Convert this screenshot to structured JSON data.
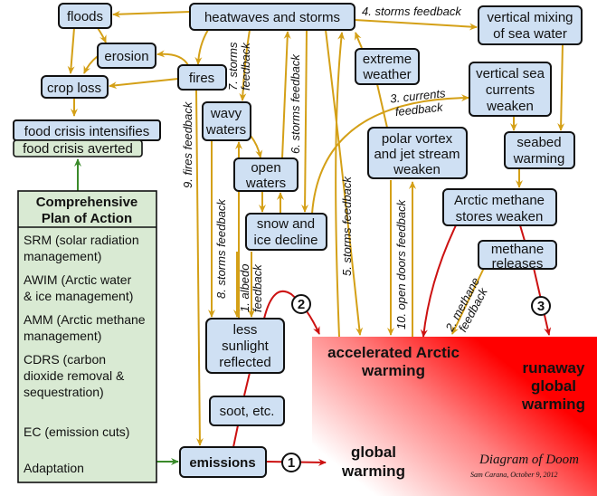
{
  "title": "Diagram of Doom",
  "author": "Sam Carana, October 9, 2012",
  "nodes": {
    "floods": [
      "floods"
    ],
    "heatwaves": [
      "heatwaves and storms"
    ],
    "mixing": [
      "vertical mixing",
      "of sea water"
    ],
    "erosion": [
      "erosion"
    ],
    "fires": [
      "fires"
    ],
    "crop_loss": [
      "crop loss"
    ],
    "extreme": [
      "extreme",
      "weather"
    ],
    "currents": [
      "vertical sea",
      "currents",
      "weaken"
    ],
    "food_intensifies": [
      "food crisis intensifies"
    ],
    "food_averted": [
      "food crisis averted"
    ],
    "wavy": [
      "wavy",
      "waters"
    ],
    "polar": [
      "polar vortex",
      "and jet stream",
      "weaken"
    ],
    "seabed": [
      "seabed",
      "warming"
    ],
    "open": [
      "open",
      "waters"
    ],
    "methane_stores": [
      "Arctic methane",
      "stores weaken"
    ],
    "snow": [
      "snow and",
      "ice decline"
    ],
    "methane_rel": [
      "methane",
      "releases"
    ],
    "sunlight": [
      "less",
      "sunlight",
      "reflected"
    ],
    "soot": [
      "soot, etc."
    ],
    "emissions": [
      "emissions"
    ]
  },
  "plan": {
    "title": [
      "Comprehensive",
      "Plan of Action"
    ],
    "items": [
      [
        "SRM (solar radiation",
        "management)"
      ],
      [
        "AWIM (Arctic water",
        "& ice management)"
      ],
      [
        "AMM (Arctic methane",
        "management)"
      ],
      [
        "CDRS (carbon",
        "dioxide removal &",
        "sequestration)"
      ],
      [
        "EC (emission cuts)"
      ],
      [
        "Adaptation"
      ]
    ]
  },
  "feedbacks": {
    "f1": [
      "1. albedo",
      "feedback"
    ],
    "f2": [
      "2. methane",
      "feedback"
    ],
    "f3": [
      "3. currents",
      "feedback"
    ],
    "f4": "4. storms feedback",
    "f5": "5. storms feedback",
    "f6": "6. storms feedback",
    "f7": [
      "7. storms",
      "feedback"
    ],
    "f8": "8. storms feedback",
    "f9": "9. fires feedback",
    "f10": "10. open doors feedback"
  },
  "outcomes": {
    "accelerated": [
      "accelerated Arctic",
      "warming"
    ],
    "runaway": [
      "runaway",
      "global",
      "warming"
    ],
    "global": [
      "global",
      "warming"
    ]
  },
  "markers": [
    "1",
    "2",
    "3"
  ],
  "colors": {
    "node": "#cfe0f3",
    "plan": "#d9ead3",
    "feedback": "#d4a017",
    "doom": "#ff0000",
    "green": "#3a8a2a"
  }
}
